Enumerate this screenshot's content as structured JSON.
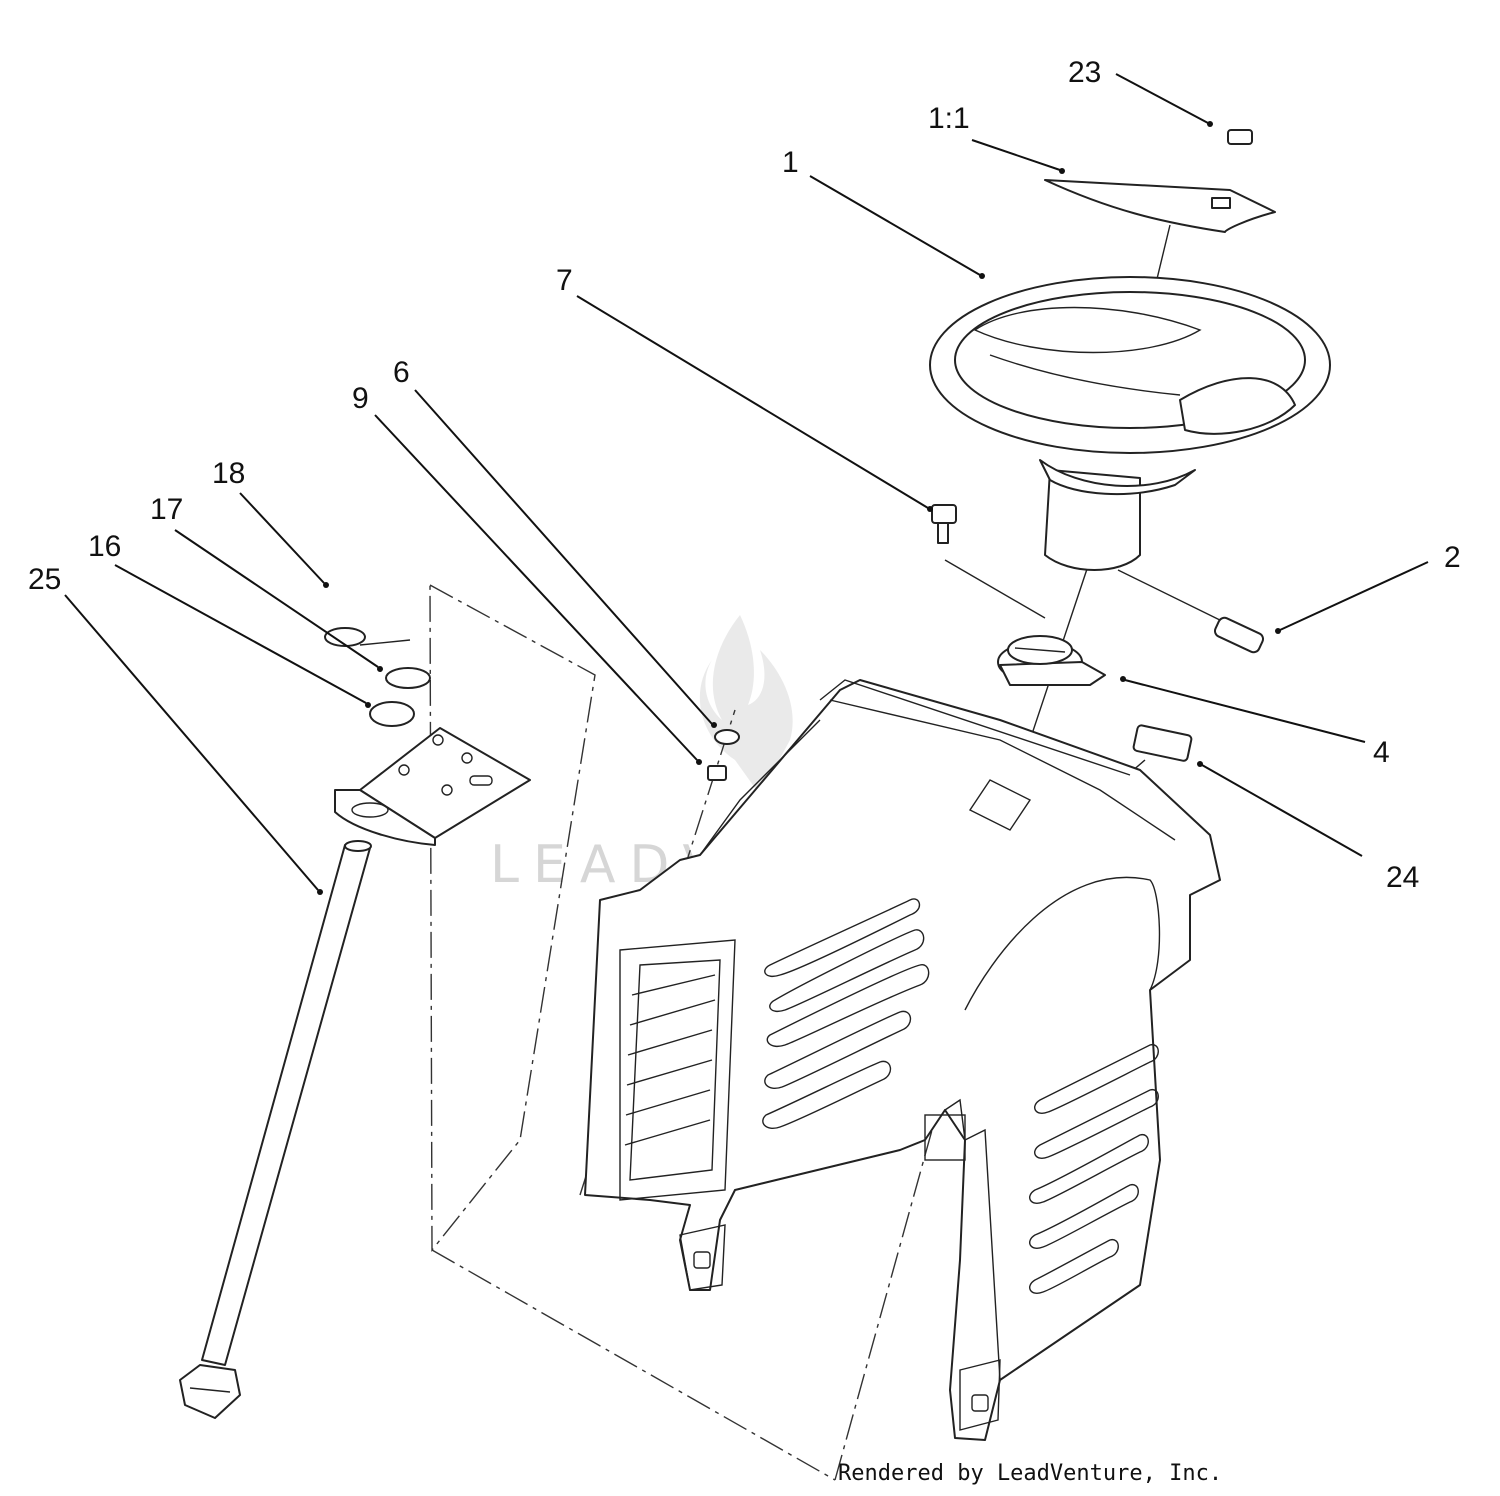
{
  "callouts": [
    {
      "id": "23",
      "label": "23"
    },
    {
      "id": "1-1",
      "label": "1:1"
    },
    {
      "id": "1",
      "label": "1"
    },
    {
      "id": "7",
      "label": "7"
    },
    {
      "id": "6",
      "label": "6"
    },
    {
      "id": "9",
      "label": "9"
    },
    {
      "id": "18",
      "label": "18"
    },
    {
      "id": "17",
      "label": "17"
    },
    {
      "id": "16",
      "label": "16"
    },
    {
      "id": "25",
      "label": "25"
    },
    {
      "id": "2",
      "label": "2"
    },
    {
      "id": "4",
      "label": "4"
    },
    {
      "id": "24",
      "label": "24"
    }
  ],
  "watermark": "LEADVENTURE",
  "credit": "Rendered by LeadVenture, Inc.",
  "colors": {
    "ink": "#111111",
    "watermark": "#d6d6d6",
    "background": "#ffffff"
  }
}
